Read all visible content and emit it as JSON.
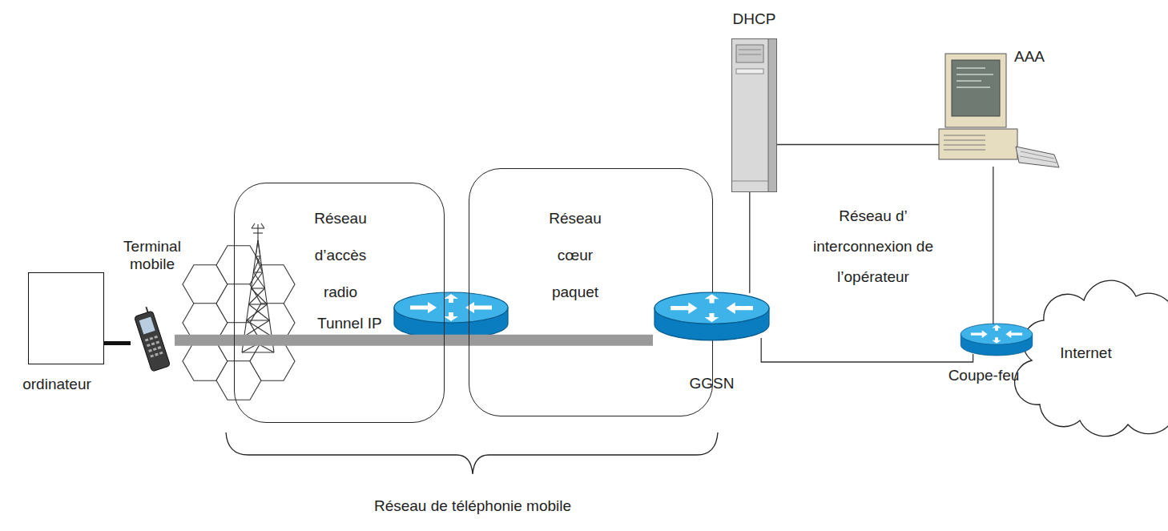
{
  "diagram": {
    "nodes": [
      {
        "text": [
          "ordinateur"
        ]
      },
      {
        "text": [
          "Terminal mobile"
        ]
      },
      {
        "text": [
          "Réseau d’accès radio"
        ]
      },
      {
        "text": [
          "Réseau cœur paquet"
        ]
      },
      {
        "text": [
          "GGSN"
        ]
      },
      {
        "text": [
          "DHCP"
        ]
      },
      {
        "text": [
          "AAA"
        ]
      },
      {
        "text": [
          "Coupe-feu"
        ]
      },
      {
        "text": [
          "Internet"
        ]
      }
    ],
    "edges": [
      {
        "from": 0,
        "to": 1,
        "arrow": "none"
      },
      {
        "from": 1,
        "to": 4,
        "label": "Tunnel IP",
        "arrow": "none"
      },
      {
        "from": 5,
        "to": 6,
        "arrow": "none"
      },
      {
        "from": 5,
        "to": 4,
        "arrow": "none"
      },
      {
        "from": 4,
        "to": 7,
        "arrow": "none"
      },
      {
        "from": 6,
        "to": 7,
        "arrow": "none"
      }
    ],
    "labels": [
      "Réseau d’ interconnexion de l’opérateur",
      "Réseau de téléphonie mobile"
    ]
  }
}
